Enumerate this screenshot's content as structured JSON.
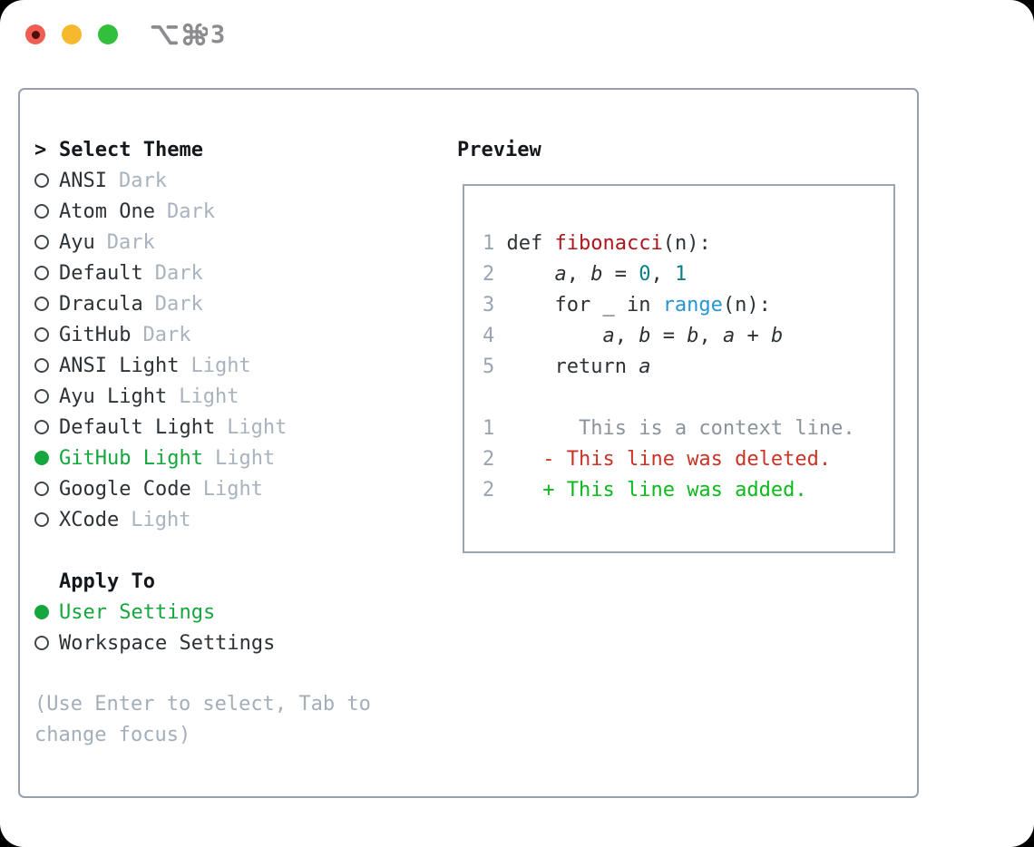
{
  "window": {
    "title_shortcut_number": "3",
    "title_icons": [
      "option-key",
      "command-key"
    ]
  },
  "traffic_lights": {
    "close_color": "#f05d53",
    "close_dot_color": "#4d0e0e",
    "minimize_color": "#f6b92e",
    "zoom_color": "#32c03c"
  },
  "theme_panel": {
    "prompt": ">",
    "header": "Select Theme",
    "themes": [
      {
        "name": "ANSI",
        "tag": "Dark",
        "selected": false
      },
      {
        "name": "Atom One",
        "tag": "Dark",
        "selected": false
      },
      {
        "name": "Ayu",
        "tag": "Dark",
        "selected": false
      },
      {
        "name": "Default",
        "tag": "Dark",
        "selected": false
      },
      {
        "name": "Dracula",
        "tag": "Dark",
        "selected": false
      },
      {
        "name": "GitHub",
        "tag": "Dark",
        "selected": false
      },
      {
        "name": "ANSI Light",
        "tag": "Light",
        "selected": false
      },
      {
        "name": "Ayu Light",
        "tag": "Light",
        "selected": false
      },
      {
        "name": "Default Light",
        "tag": "Light",
        "selected": false
      },
      {
        "name": "GitHub Light",
        "tag": "Light",
        "selected": true
      },
      {
        "name": "Google Code",
        "tag": "Light",
        "selected": false
      },
      {
        "name": "XCode",
        "tag": "Light",
        "selected": false
      }
    ],
    "apply_header": "Apply To",
    "apply_options": [
      {
        "name": "User Settings",
        "selected": true
      },
      {
        "name": "Workspace Settings",
        "selected": false
      }
    ],
    "hint": "(Use Enter to select, Tab to change focus)"
  },
  "preview": {
    "header": "Preview",
    "code_lines": [
      [
        {
          "t": "1 ",
          "c": "gutter"
        },
        {
          "t": "def ",
          "c": "fg"
        },
        {
          "t": "fibonacci",
          "c": "red"
        },
        {
          "t": "(n):",
          "c": "fg"
        }
      ],
      [
        {
          "t": "2 ",
          "c": "gutter"
        },
        {
          "t": "    ",
          "c": "fg"
        },
        {
          "t": "a",
          "c": "fg",
          "i": true
        },
        {
          "t": ", ",
          "c": "fg"
        },
        {
          "t": "b",
          "c": "fg",
          "i": true
        },
        {
          "t": " = ",
          "c": "fg"
        },
        {
          "t": "0",
          "c": "teal"
        },
        {
          "t": ", ",
          "c": "fg"
        },
        {
          "t": "1",
          "c": "teal"
        }
      ],
      [
        {
          "t": "3 ",
          "c": "gutter"
        },
        {
          "t": "    for _ in ",
          "c": "fg"
        },
        {
          "t": "range",
          "c": "blue"
        },
        {
          "t": "(n):",
          "c": "fg"
        }
      ],
      [
        {
          "t": "4 ",
          "c": "gutter"
        },
        {
          "t": "        ",
          "c": "fg"
        },
        {
          "t": "a",
          "c": "fg",
          "i": true
        },
        {
          "t": ", ",
          "c": "fg"
        },
        {
          "t": "b",
          "c": "fg",
          "i": true
        },
        {
          "t": " = ",
          "c": "fg"
        },
        {
          "t": "b",
          "c": "fg",
          "i": true
        },
        {
          "t": ", ",
          "c": "fg"
        },
        {
          "t": "a",
          "c": "fg",
          "i": true
        },
        {
          "t": " + ",
          "c": "fg"
        },
        {
          "t": "b",
          "c": "fg",
          "i": true
        }
      ],
      [
        {
          "t": "5 ",
          "c": "gutter"
        },
        {
          "t": "    return ",
          "c": "fg"
        },
        {
          "t": "a",
          "c": "fg",
          "i": true
        }
      ],
      [],
      [
        {
          "t": "1 ",
          "c": "gutter"
        },
        {
          "t": "      This is a context line.",
          "c": "context"
        }
      ],
      [
        {
          "t": "2 ",
          "c": "gutter"
        },
        {
          "t": "   ",
          "c": "fg"
        },
        {
          "t": "- This line was deleted.",
          "c": "diff_red"
        }
      ],
      [
        {
          "t": "2 ",
          "c": "gutter"
        },
        {
          "t": "   ",
          "c": "fg"
        },
        {
          "t": "+ This line was added.",
          "c": "diff_green"
        }
      ]
    ]
  },
  "colors": {
    "fg": "#2d3237",
    "header_fg": "#14181c",
    "gutter": "#9aa5b1",
    "context": "#8b949c",
    "red": "#b1151b",
    "blue": "#2596d1",
    "teal": "#0e7e86",
    "diff_red": "#ca3326",
    "diff_green": "#0cb91e",
    "tag_gray": "#a9b3be",
    "hint_gray": "#a3aeba",
    "accent_green": "#16a63e",
    "ring_gray": "#41474d"
  }
}
